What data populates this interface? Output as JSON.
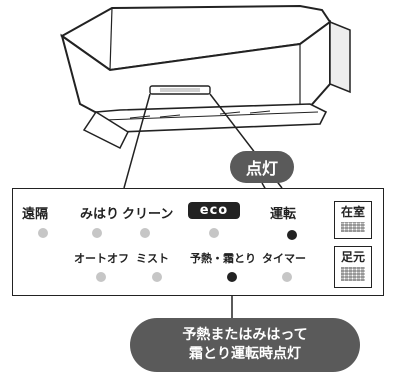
{
  "callouts": {
    "indicator_lit": "点灯",
    "preheat_line1": "予熱またはみはって",
    "preheat_line2": "霜とり運転時点灯"
  },
  "panel": {
    "row1": {
      "remote": "遠隔",
      "watch": "みはり",
      "clean": "クリーン",
      "eco": "eco",
      "run": "運転"
    },
    "row2": {
      "auto_off": "オートオフ",
      "mist": "ミスト",
      "preheat_defrost": "予熱・霜とり",
      "timer": "タイマー"
    },
    "side": {
      "in_room": "在室",
      "feet": "足元"
    }
  },
  "indicator_states": {
    "remote": "off",
    "watch": "off",
    "clean": "off",
    "eco": "off",
    "run": "on",
    "auto_off": "off",
    "mist": "off",
    "preheat_defrost": "on",
    "timer": "off"
  }
}
